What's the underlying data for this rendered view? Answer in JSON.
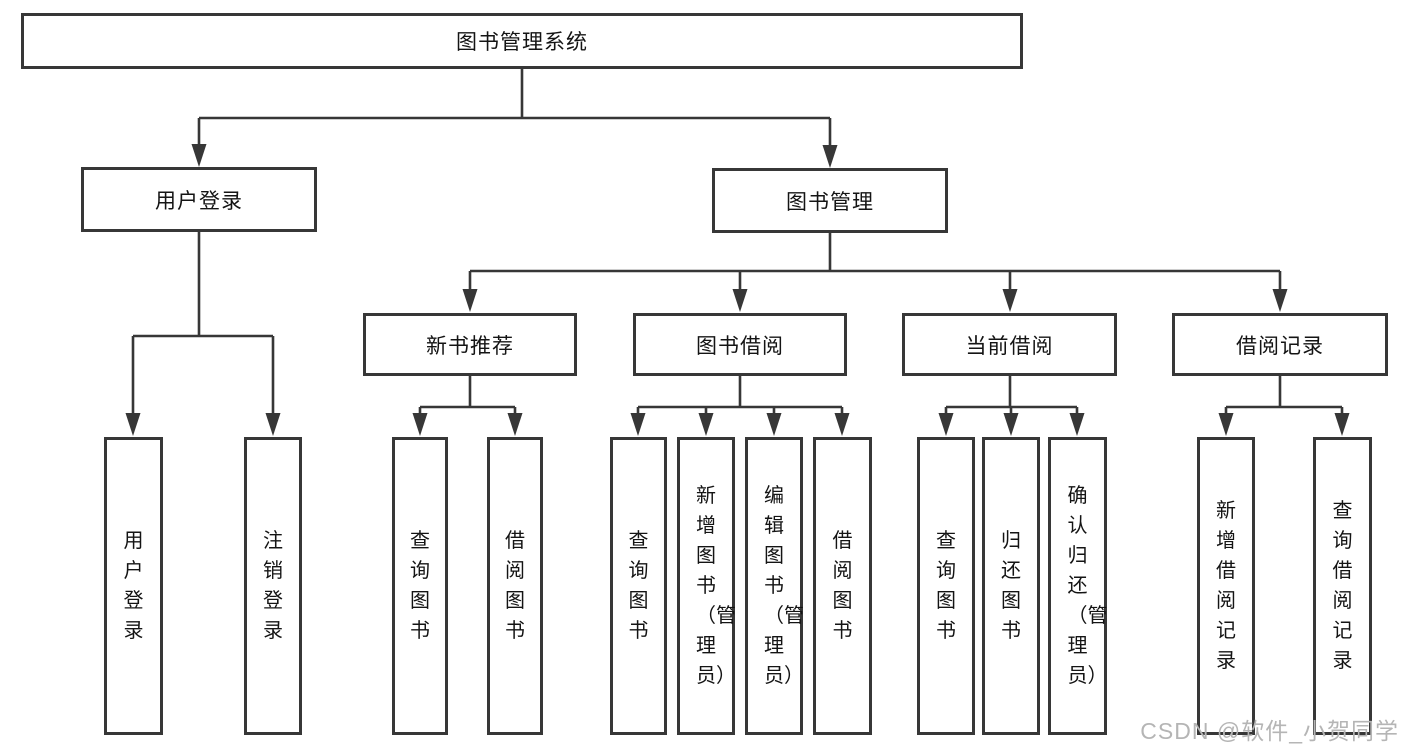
{
  "diagram": {
    "line_color": "#373737",
    "box_border_color": "#373737",
    "root": {
      "label": "图书管理系统"
    },
    "branches": [
      {
        "label": "用户登录",
        "children": [
          {
            "label": "用户登录"
          },
          {
            "label": "注销登录"
          }
        ]
      },
      {
        "label": "图书管理",
        "children": [
          {
            "label": "新书推荐",
            "children": [
              {
                "label": "查询图书"
              },
              {
                "label": "借阅图书"
              }
            ]
          },
          {
            "label": "图书借阅",
            "children": [
              {
                "label": "查询图书"
              },
              {
                "label": "新增图书（管理员）"
              },
              {
                "label": "编辑图书（管理员）"
              },
              {
                "label": "借阅图书"
              }
            ]
          },
          {
            "label": "当前借阅",
            "children": [
              {
                "label": "查询图书"
              },
              {
                "label": "归还图书"
              },
              {
                "label": "确认归还（管理员）"
              }
            ]
          },
          {
            "label": "借阅记录",
            "children": [
              {
                "label": "新增借阅记录"
              },
              {
                "label": "查询借阅记录"
              }
            ]
          }
        ]
      }
    ]
  },
  "watermark": {
    "text": "CSDN @软件_小贺同学",
    "color": "#b5b5b5"
  }
}
